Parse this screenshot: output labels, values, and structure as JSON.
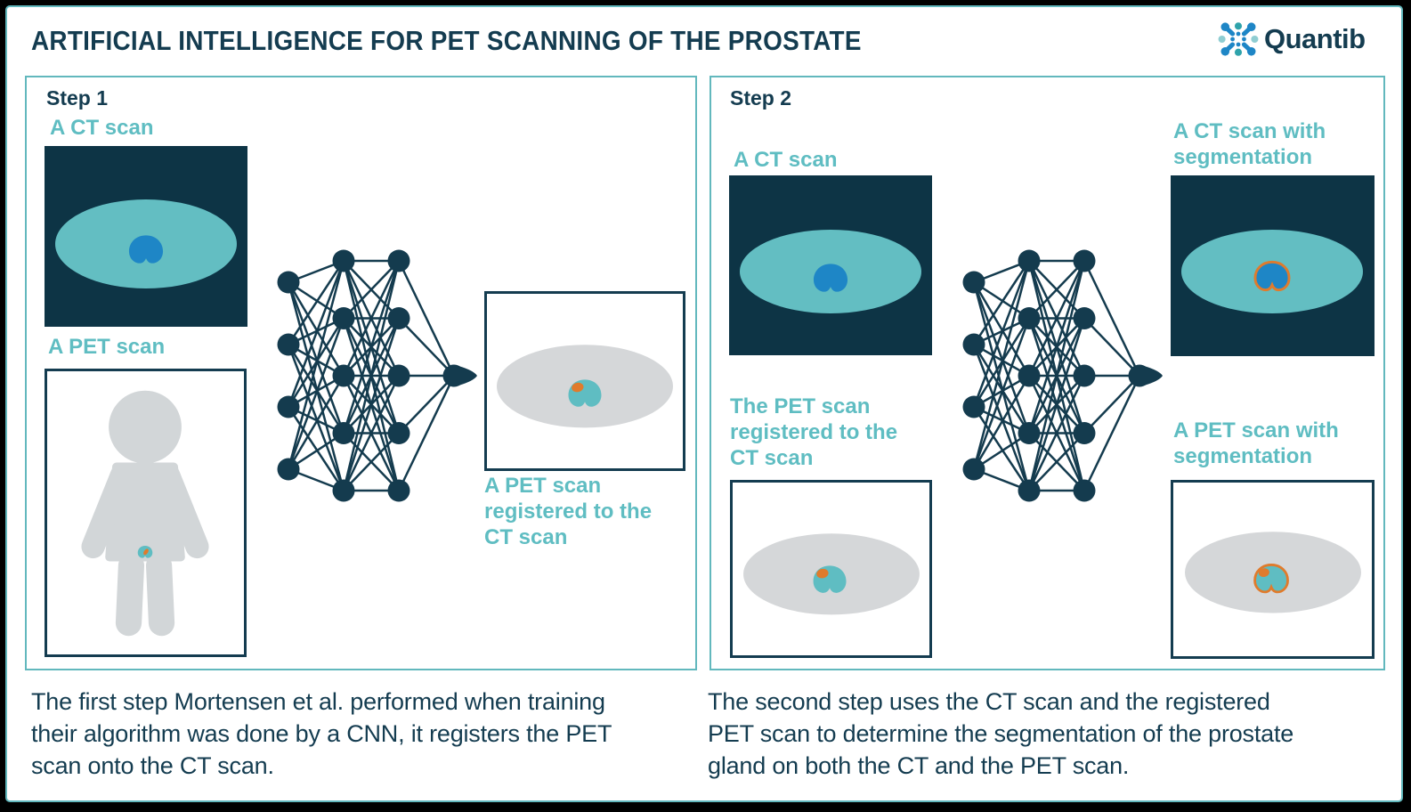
{
  "header": {
    "title": "ARTIFICIAL INTELLIGENCE FOR PET SCANNING OF THE PROSTATE"
  },
  "logo": {
    "name": "Quantib"
  },
  "colors": {
    "navy": "#143c50",
    "scan_background": "#0d3445",
    "teal": "#5fbdc2",
    "panel_border_teal": "#62b8bd",
    "blue_prostate": "#1e86c6",
    "orange_segmentation": "#e07b2c",
    "gray_pet": "#d5d7d9",
    "logo_blue": "#1e86c6",
    "logo_teal_light": "#8fcdd2",
    "logo_teal_dark": "#2fa3ab"
  },
  "network": {
    "layers": [
      4,
      5,
      5,
      1
    ]
  },
  "step1": {
    "title": "Step 1",
    "ct_label": "A CT scan",
    "pet_label": "A PET scan",
    "output_label": "A PET scan registered to the CT scan",
    "caption_lines": [
      "The first step Mortensen et al. performed when training",
      "their algorithm was done by a CNN, it registers the PET",
      "scan onto the CT scan."
    ]
  },
  "step2": {
    "title": "Step 2",
    "ct_label": "A CT scan",
    "registered_label": "The PET scan registered to the CT scan",
    "output_ct_label": "A CT scan with segmentation",
    "output_pet_label": "A PET scan with segmentation",
    "caption_lines": [
      "The second step uses the CT scan and the registered",
      "PET scan to determine the segmentation of the prostate",
      "gland on both the CT and the PET scan."
    ]
  }
}
